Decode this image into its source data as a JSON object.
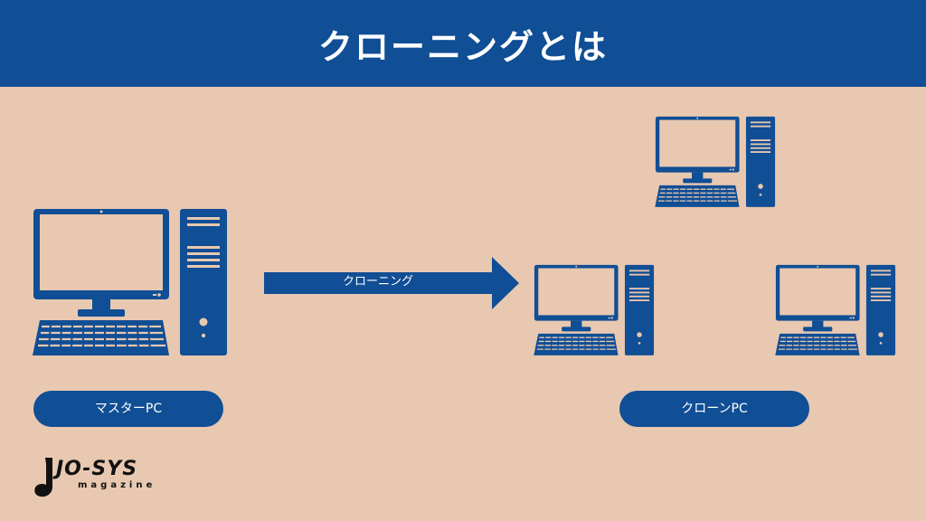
{
  "title": "クローニングとは",
  "arrow": {
    "label": "クローニング"
  },
  "labels": {
    "master": "マスターPC",
    "clone": "クローンPC"
  },
  "logo": {
    "main": "JO-SYS",
    "sub": "magazine"
  },
  "colors": {
    "primary": "#104e95",
    "background": "#e8c8b0",
    "screen": "#e8c8b0",
    "text_light": "#ffffff"
  },
  "icons": {
    "computer": "desktop-computer-icon",
    "arrow": "right-arrow-icon",
    "logo": "music-note-icon"
  }
}
